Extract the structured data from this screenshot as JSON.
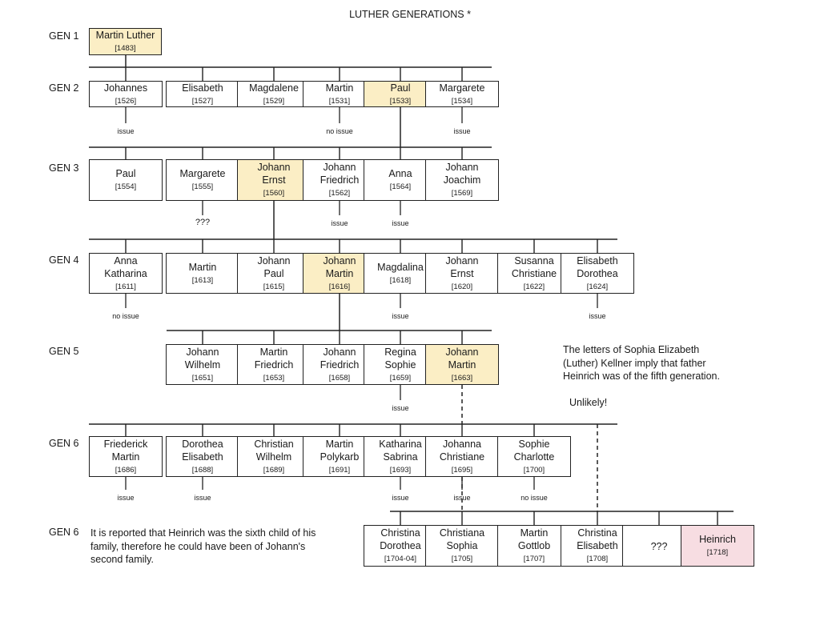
{
  "title": "LUTHER GENERATIONS *",
  "generations": [
    {
      "label": "GEN 1",
      "people": [
        {
          "name": [
            "Martin Luther"
          ],
          "year": "[1483]",
          "hl": true
        }
      ]
    },
    {
      "label": "GEN 2",
      "people": [
        {
          "name": [
            "Johannes"
          ],
          "year": "[1526]",
          "note": "issue"
        },
        {
          "name": [
            "Elisabeth"
          ],
          "year": "[1527]"
        },
        {
          "name": [
            "Magdalene"
          ],
          "year": "[1529]"
        },
        {
          "name": [
            "Martin"
          ],
          "year": "[1531]",
          "note": "no issue"
        },
        {
          "name": [
            "Paul"
          ],
          "year": "[1533]",
          "hl": true
        },
        {
          "name": [
            "Margarete"
          ],
          "year": "[1534]",
          "note": "issue"
        }
      ]
    },
    {
      "label": "GEN 3",
      "people": [
        {
          "name": [
            "Paul"
          ],
          "year": "[1554]"
        },
        {
          "name": [
            "Margarete"
          ],
          "year": "[1555]",
          "note": "???"
        },
        {
          "name": [
            "Johann",
            "Ernst"
          ],
          "year": "[1560]",
          "hl": true
        },
        {
          "name": [
            "Johann",
            "Friedrich"
          ],
          "year": "[1562]",
          "note": "issue"
        },
        {
          "name": [
            "Anna"
          ],
          "year": "[1564]",
          "note": "issue"
        },
        {
          "name": [
            "Johann",
            "Joachim"
          ],
          "year": "[1569]"
        }
      ]
    },
    {
      "label": "GEN 4",
      "people": [
        {
          "name": [
            "Anna",
            "Katharina"
          ],
          "year": "[1611]",
          "note": "no issue"
        },
        {
          "name": [
            "Martin"
          ],
          "year": "[1613]"
        },
        {
          "name": [
            "Johann",
            "Paul"
          ],
          "year": "[1615]"
        },
        {
          "name": [
            "Johann",
            "Martin"
          ],
          "year": "[1616]",
          "hl": true
        },
        {
          "name": [
            "Magdalina"
          ],
          "year": "[1618]",
          "note": "issue"
        },
        {
          "name": [
            "Johann",
            "Ernst"
          ],
          "year": "[1620]"
        },
        {
          "name": [
            "Susanna",
            "Christiane"
          ],
          "year": "[1622]"
        },
        {
          "name": [
            "Elisabeth",
            "Dorothea"
          ],
          "year": "[1624]",
          "note": "issue"
        }
      ]
    },
    {
      "label": "GEN 5",
      "people": [
        {
          "name": [
            "Johann",
            "Wilhelm"
          ],
          "year": "[1651]"
        },
        {
          "name": [
            "Martin",
            "Friedrich"
          ],
          "year": "[1653]"
        },
        {
          "name": [
            "Johann",
            "Friedrich"
          ],
          "year": "[1658]"
        },
        {
          "name": [
            "Regina",
            "Sophie"
          ],
          "year": "[1659]",
          "note": "issue"
        },
        {
          "name": [
            "Johann",
            "Martin"
          ],
          "year": "[1663]",
          "hl": true
        }
      ]
    },
    {
      "label": "GEN 6",
      "people": [
        {
          "name": [
            "Friederick",
            "Martin"
          ],
          "year": "[1686]",
          "note": "issue"
        },
        {
          "name": [
            "Dorothea",
            "Elisabeth"
          ],
          "year": "[1688]",
          "note": "issue"
        },
        {
          "name": [
            "Christian",
            "Wilhelm"
          ],
          "year": "[1689]"
        },
        {
          "name": [
            "Martin",
            "Polykarb"
          ],
          "year": "[1691]"
        },
        {
          "name": [
            "Katharina",
            "Sabrina"
          ],
          "year": "[1693]",
          "note": "issue"
        },
        {
          "name": [
            "Johanna",
            "Christiane"
          ],
          "year": "[1695]",
          "note": "issue"
        },
        {
          "name": [
            "Sophie",
            "Charlotte"
          ],
          "year": "[1700]",
          "note": "no issue"
        }
      ]
    },
    {
      "label": "GEN 6",
      "people": [
        {
          "name": [
            "Christina",
            "Dorothea"
          ],
          "year": "[1704-04]"
        },
        {
          "name": [
            "Christiana",
            "Sophia"
          ],
          "year": "[1705]"
        },
        {
          "name": [
            "Martin",
            "Gottlob"
          ],
          "year": "[1707]"
        },
        {
          "name": [
            "Christina",
            "Elisabeth"
          ],
          "year": "[1708]"
        },
        {
          "name": [
            "???"
          ],
          "year": ""
        },
        {
          "name": [
            "Heinrich"
          ],
          "year": "[1718]",
          "pink": true
        }
      ]
    }
  ],
  "gen5_note": [
    "The letters of Sophia Elizabeth",
    "(Luther) Kellner imply that father",
    "Heinrich was of the fifth generation."
  ],
  "gen5_verdict": "Unlikely!",
  "gen6_note": [
    "It is reported that Heinrich was the sixth child of his",
    "family, therefore he could have been of Johann's",
    "second family."
  ]
}
